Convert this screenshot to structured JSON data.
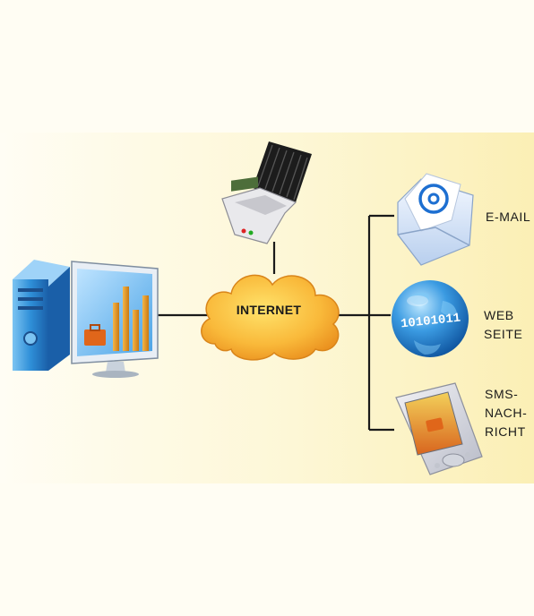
{
  "cloud": {
    "label": "INTERNET"
  },
  "outputs": {
    "email": {
      "label": "E-MAIL"
    },
    "website": {
      "line1": "WEB",
      "line2": "SEITE"
    },
    "sms": {
      "line1": "SMS-",
      "line2": "NACH-",
      "line3": "RICHT"
    },
    "globe_binary": "10101011"
  },
  "colors": {
    "background_band": "#fdf6cf",
    "cloud": "#f6a623",
    "computer": "#2f8fd8",
    "line": "#1a1a1a"
  },
  "icons": [
    "computer-icon",
    "charge-controller-icon",
    "internet-cloud-icon",
    "email-envelope-icon",
    "globe-icon",
    "pda-phone-icon"
  ]
}
